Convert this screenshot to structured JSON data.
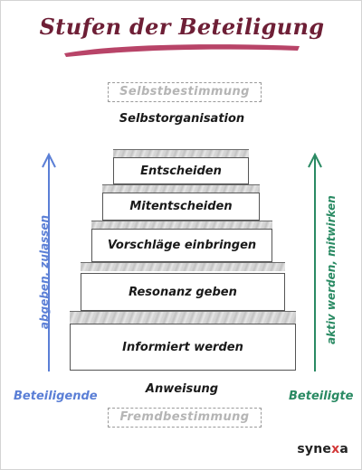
{
  "title": "Stufen der Beteiligung",
  "top_dashed_label": "Selbstbestimmung",
  "top_label": "Selbstorganisation",
  "steps": [
    "Entscheiden",
    "Mitentscheiden",
    "Vorschläge einbringen",
    "Resonanz geben",
    "Informiert werden"
  ],
  "bottom_label": "Anweisung",
  "bottom_dashed_label": "Fremdbestimmung",
  "left_axis": {
    "vertical_text": "abgeben, zulassen",
    "label": "Beteiligende",
    "color": "#5b7fd6"
  },
  "right_axis": {
    "vertical_text": "aktiv werden, mitwirken",
    "label": "Beteiligte",
    "color": "#2a8a63"
  },
  "title_color": "#6e1f36",
  "logo": {
    "text_before": "syne",
    "accent": "x",
    "text_after": "a"
  }
}
